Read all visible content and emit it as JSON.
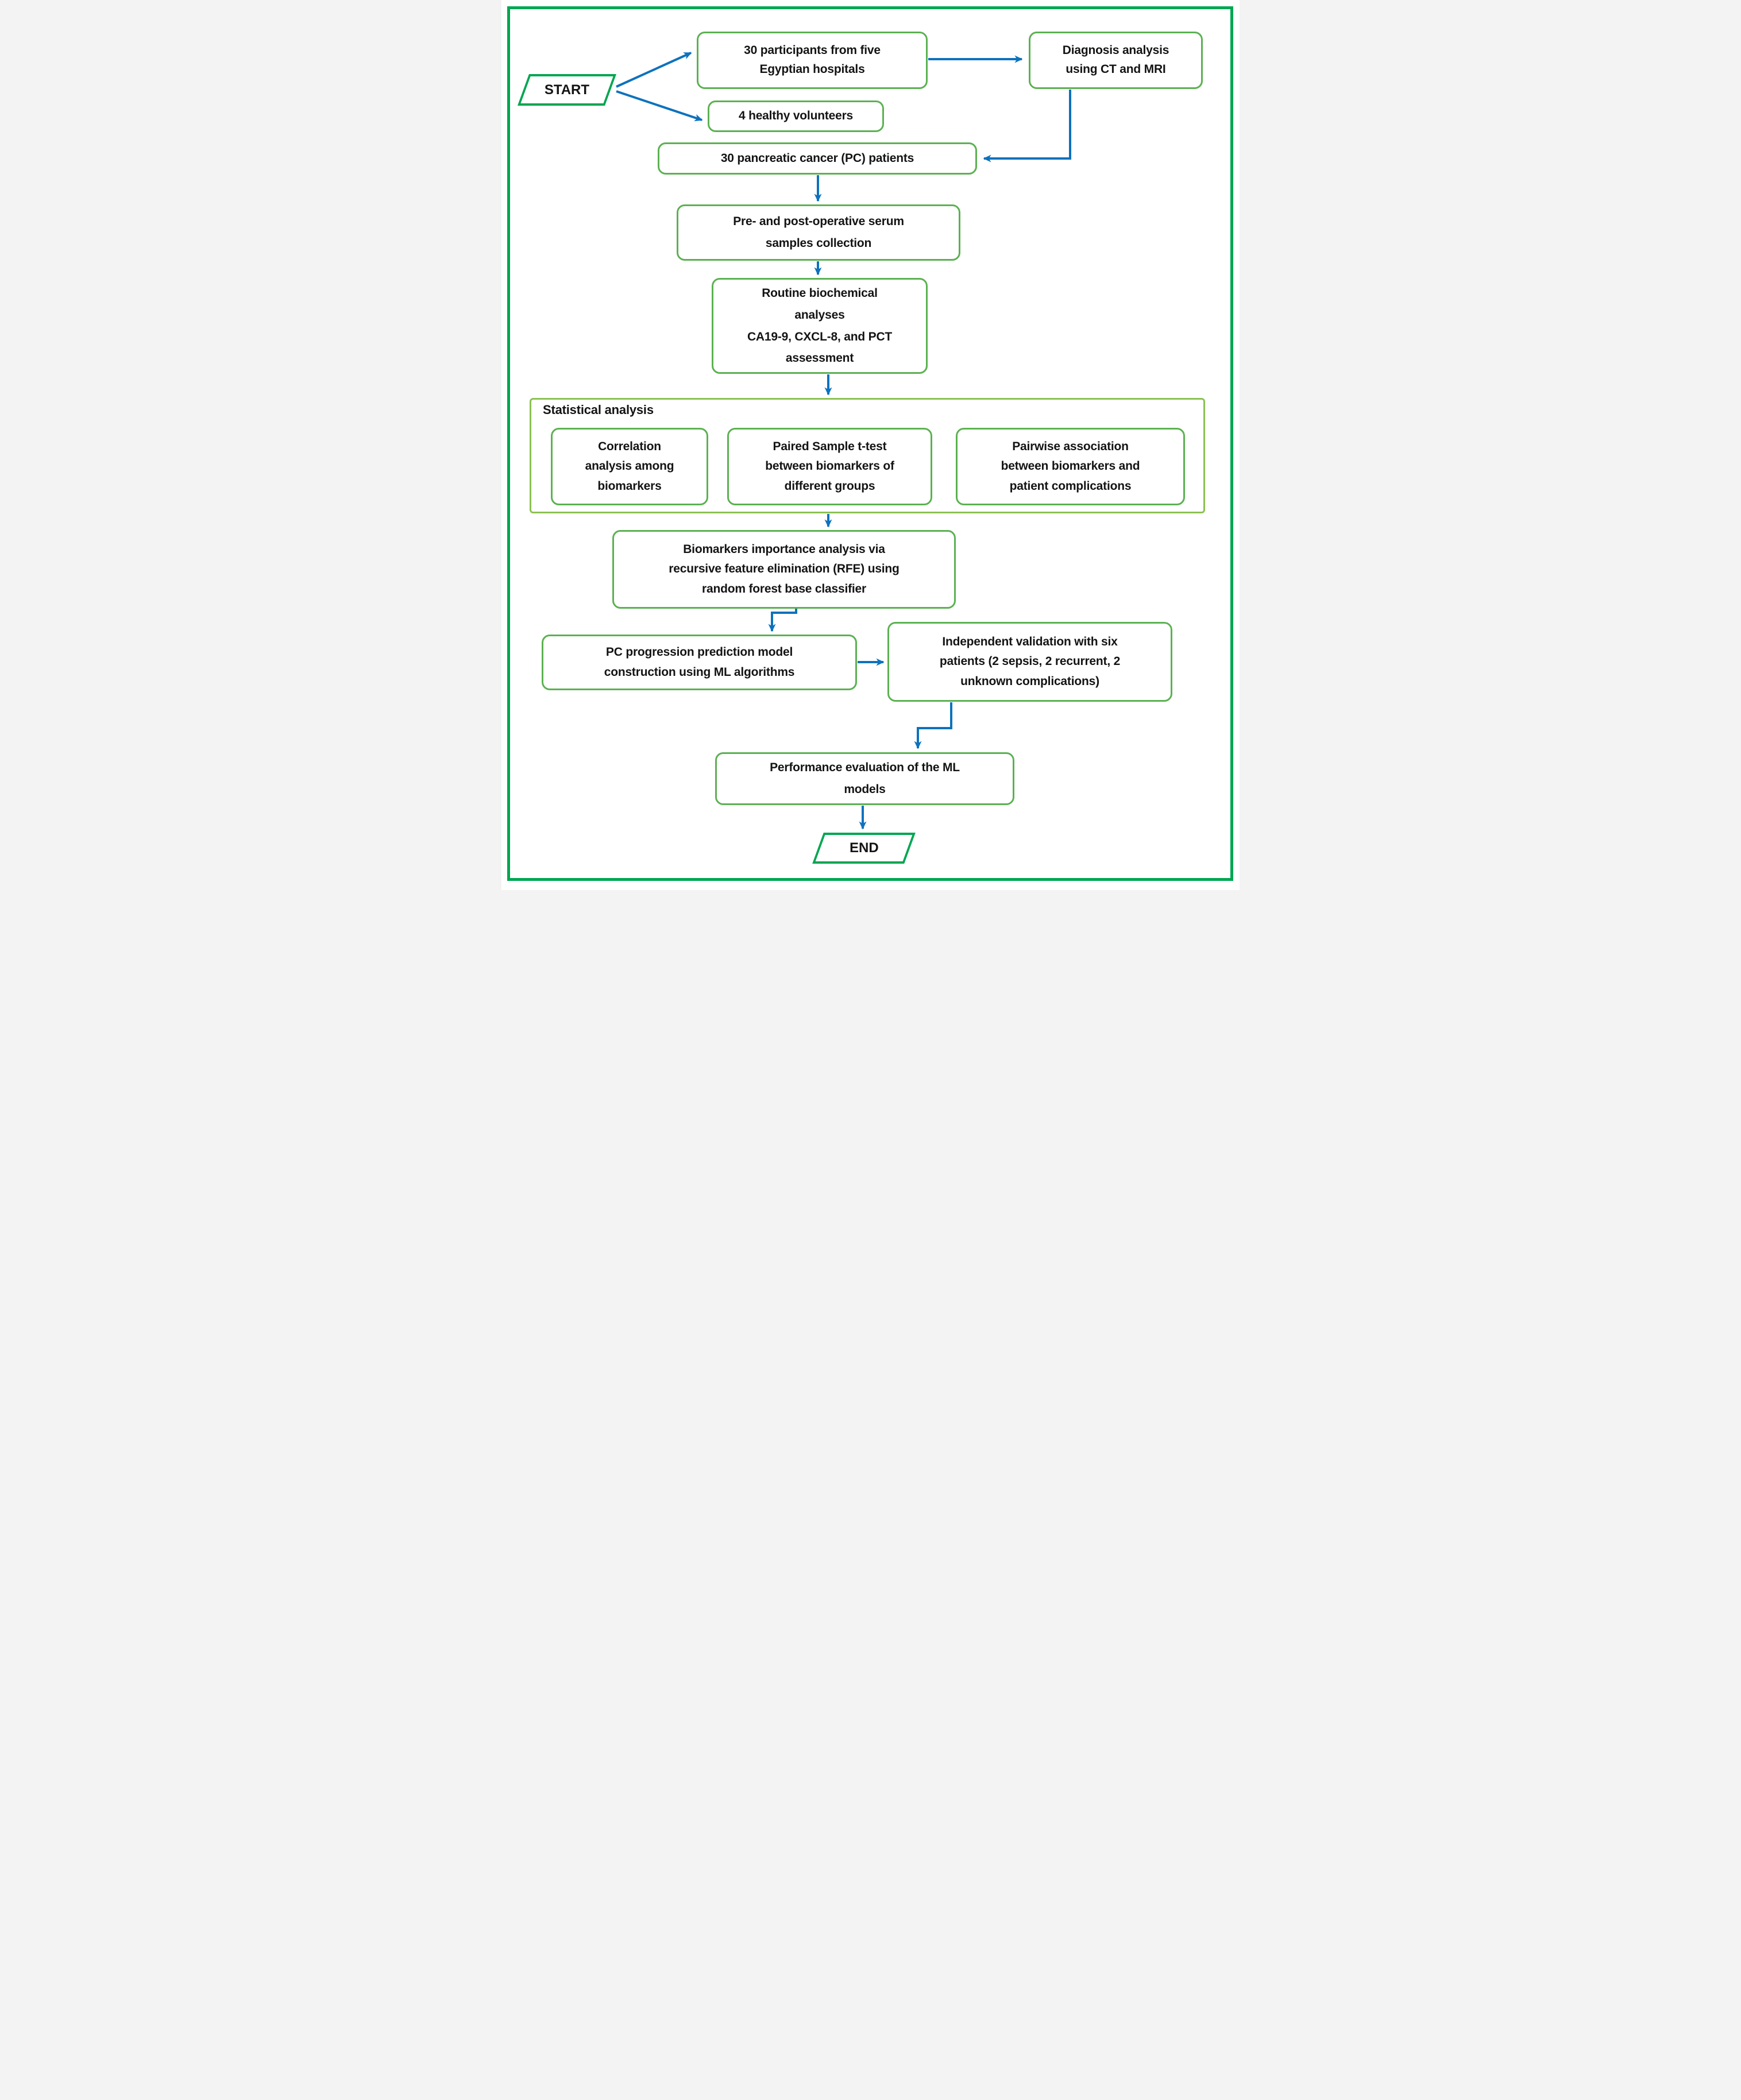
{
  "colors": {
    "outer_border": "#00a651",
    "node_border": "#5cb152",
    "container_border": "#8cc152",
    "arrow": "#0d72bd",
    "text": "#141414",
    "background": "#ffffff"
  },
  "nodes": {
    "start": {
      "label": "START",
      "shape": "parallelogram"
    },
    "participants": {
      "label": "30 participants from five\nEgyptian hospitals"
    },
    "diagnosis": {
      "label": "Diagnosis analysis\nusing CT and MRI"
    },
    "volunteers": {
      "label": "4 healthy volunteers"
    },
    "pc_patients": {
      "label": "30 pancreatic cancer (PC) patients"
    },
    "serum": {
      "label": "Pre- and post-operative serum\nsamples collection"
    },
    "routine": {
      "label": "Routine biochemical\nanalyses\nCA19-9, CXCL-8, and PCT\nassessment"
    },
    "statistical": {
      "label": "Statistical analysis"
    },
    "correlation": {
      "label": "Correlation\nanalysis among\nbiomarkers"
    },
    "paired": {
      "label": "Paired Sample t-test\nbetween biomarkers of\ndifferent groups"
    },
    "pairwise": {
      "label": "Pairwise association\nbetween biomarkers and\npatient complications"
    },
    "importance": {
      "label": "Biomarkers importance analysis via\nrecursive feature elimination (RFE) using\nrandom forest base classifier"
    },
    "model": {
      "label": "PC progression prediction model\nconstruction using ML algorithms"
    },
    "validation": {
      "label": "Independent validation with six\npatients (2 sepsis, 2 recurrent, 2\nunknown complications)"
    },
    "performance": {
      "label": "Performance evaluation of the ML\nmodels"
    },
    "end": {
      "label": "END",
      "shape": "parallelogram"
    }
  },
  "edges": [
    {
      "from": "start",
      "to": "participants"
    },
    {
      "from": "start",
      "to": "volunteers"
    },
    {
      "from": "participants",
      "to": "diagnosis"
    },
    {
      "from": "diagnosis",
      "to": "pc_patients"
    },
    {
      "from": "pc_patients",
      "to": "serum"
    },
    {
      "from": "serum",
      "to": "routine"
    },
    {
      "from": "routine",
      "to": "statistical"
    },
    {
      "from": "statistical",
      "to": "importance"
    },
    {
      "from": "importance",
      "to": "model"
    },
    {
      "from": "model",
      "to": "validation"
    },
    {
      "from": "validation",
      "to": "performance"
    },
    {
      "from": "performance",
      "to": "end"
    }
  ]
}
